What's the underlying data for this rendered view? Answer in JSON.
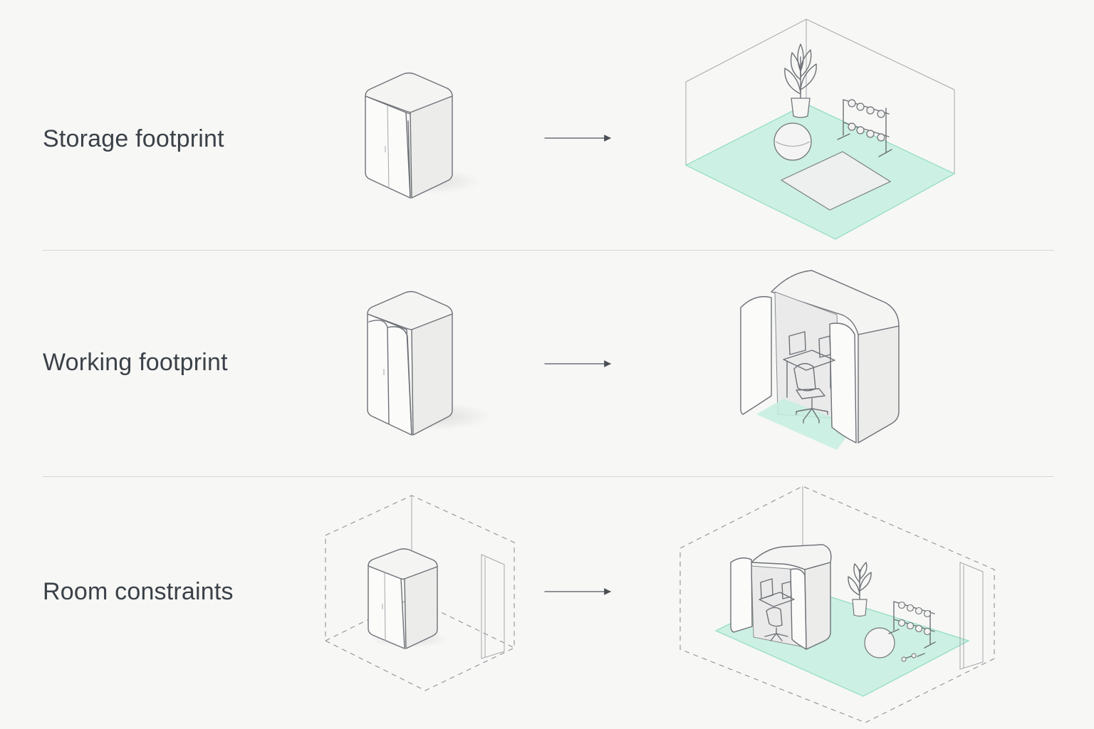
{
  "rows": [
    {
      "label": "Storage footprint"
    },
    {
      "label": "Working footprint"
    },
    {
      "label": "Room constraints"
    }
  ],
  "colors": {
    "background": "#f7f7f5",
    "floor_highlight": "#c4efdf",
    "line": "#6d7176",
    "text": "#3b4148"
  }
}
